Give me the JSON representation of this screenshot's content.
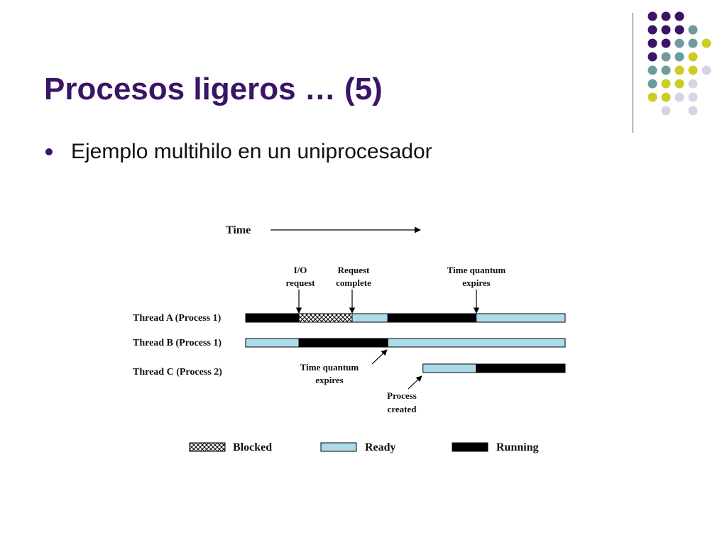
{
  "slide": {
    "title": "Procesos ligeros … (5)",
    "bullets": [
      "Ejemplo multihilo en un uniprocesador"
    ]
  },
  "colors": {
    "title": "#3a1466",
    "dot_purple": "#3a1466",
    "dot_teal": "#6e9b9b",
    "dot_yellow": "#cccc22",
    "dot_lavender": "#d6d4e6",
    "ready_fill": "#abdbe8",
    "running_fill": "#000000"
  },
  "decor": {
    "dot_grid": [
      [
        "purple",
        "purple",
        "purple",
        null,
        null
      ],
      [
        "purple",
        "purple",
        "purple",
        "teal",
        null
      ],
      [
        "purple",
        "purple",
        "teal",
        "teal",
        "yellow"
      ],
      [
        "purple",
        "teal",
        "teal",
        "yellow",
        null
      ],
      [
        "teal",
        "teal",
        "yellow",
        "yellow",
        "lavender"
      ],
      [
        "teal",
        "yellow",
        "yellow",
        "lavender",
        null
      ],
      [
        "yellow",
        "yellow",
        "lavender",
        "lavender",
        null
      ],
      [
        null,
        "lavender",
        null,
        "lavender",
        null
      ]
    ]
  },
  "diagram": {
    "time_label": "Time",
    "threads": [
      {
        "label": "Thread A (Process 1)",
        "segments": [
          {
            "state": "running",
            "start": 0,
            "end": 1
          },
          {
            "state": "blocked",
            "start": 1,
            "end": 2
          },
          {
            "state": "ready",
            "start": 2,
            "end": 2.67
          },
          {
            "state": "running",
            "start": 2.67,
            "end": 4.33
          },
          {
            "state": "ready",
            "start": 4.33,
            "end": 6
          }
        ]
      },
      {
        "label": "Thread B (Process 1)",
        "segments": [
          {
            "state": "ready",
            "start": 0,
            "end": 1
          },
          {
            "state": "running",
            "start": 1,
            "end": 2.67
          },
          {
            "state": "ready",
            "start": 2.67,
            "end": 6
          }
        ]
      },
      {
        "label": "Thread C (Process 2)",
        "segments": [
          {
            "state": "ready",
            "start": 3.33,
            "end": 4.33
          },
          {
            "state": "running",
            "start": 4.33,
            "end": 6
          }
        ]
      }
    ],
    "annotations": [
      {
        "lines": [
          "I/O",
          "request"
        ]
      },
      {
        "lines": [
          "Request",
          "complete"
        ]
      },
      {
        "lines": [
          "Time quantum",
          "expires"
        ]
      },
      {
        "lines": [
          "Time quantum",
          "expires"
        ]
      },
      {
        "lines": [
          "Process",
          "created"
        ]
      }
    ],
    "legend": [
      {
        "state": "blocked",
        "label": "Blocked"
      },
      {
        "state": "ready",
        "label": "Ready"
      },
      {
        "state": "running",
        "label": "Running"
      }
    ]
  }
}
